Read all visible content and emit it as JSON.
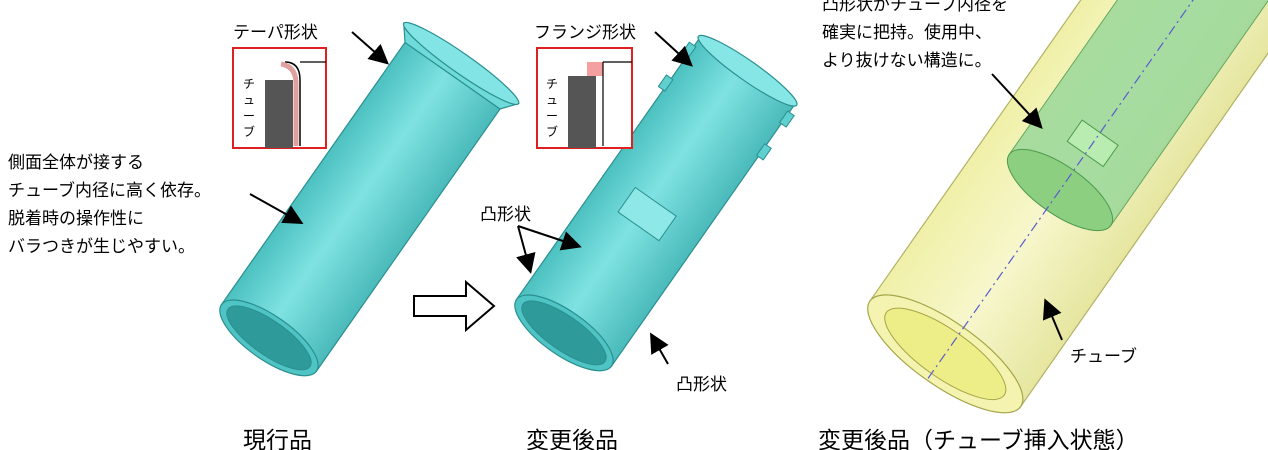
{
  "labels": {
    "taper": "テーパ形状",
    "flange": "フランジ形状",
    "tube_inset": "チューブ",
    "side_note": [
      "側面全体が接する",
      "チューブ内径に高く依存。",
      "脱着時の操作性に",
      "バラつきが生じやすい。"
    ],
    "convex": "凸形状",
    "right_note": [
      "凸形状がチューブ内径を",
      "確実に把持。使用中、",
      "より抜けない構造に。"
    ],
    "tube": "チューブ"
  },
  "captions": {
    "current": "現行品",
    "changed": "変更後品",
    "changed_inserted": "変更後品（チューブ挿入状態）"
  },
  "colors": {
    "tube_cyan": "#6ed6d6",
    "tube_cyan_dark": "#3aa8a8",
    "inset_border": "#e02020",
    "inset_tip": "#f4a0a0",
    "outer_tube": "#e6e68a",
    "inner_green": "#8ad88a"
  }
}
